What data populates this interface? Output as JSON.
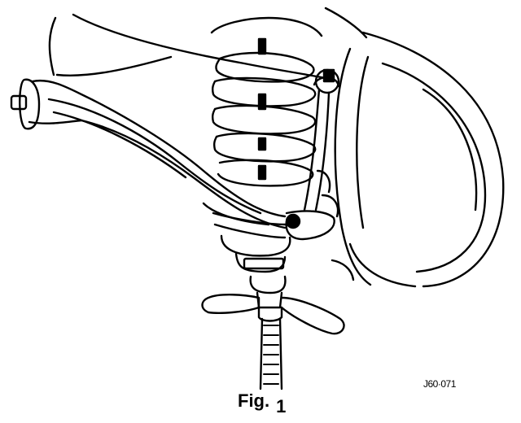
{
  "figure": {
    "caption_word": "Fig.",
    "caption_number": "1",
    "reference_code": "J60·071"
  },
  "colors": {
    "ink": "#000000",
    "paper": "#ffffff"
  }
}
